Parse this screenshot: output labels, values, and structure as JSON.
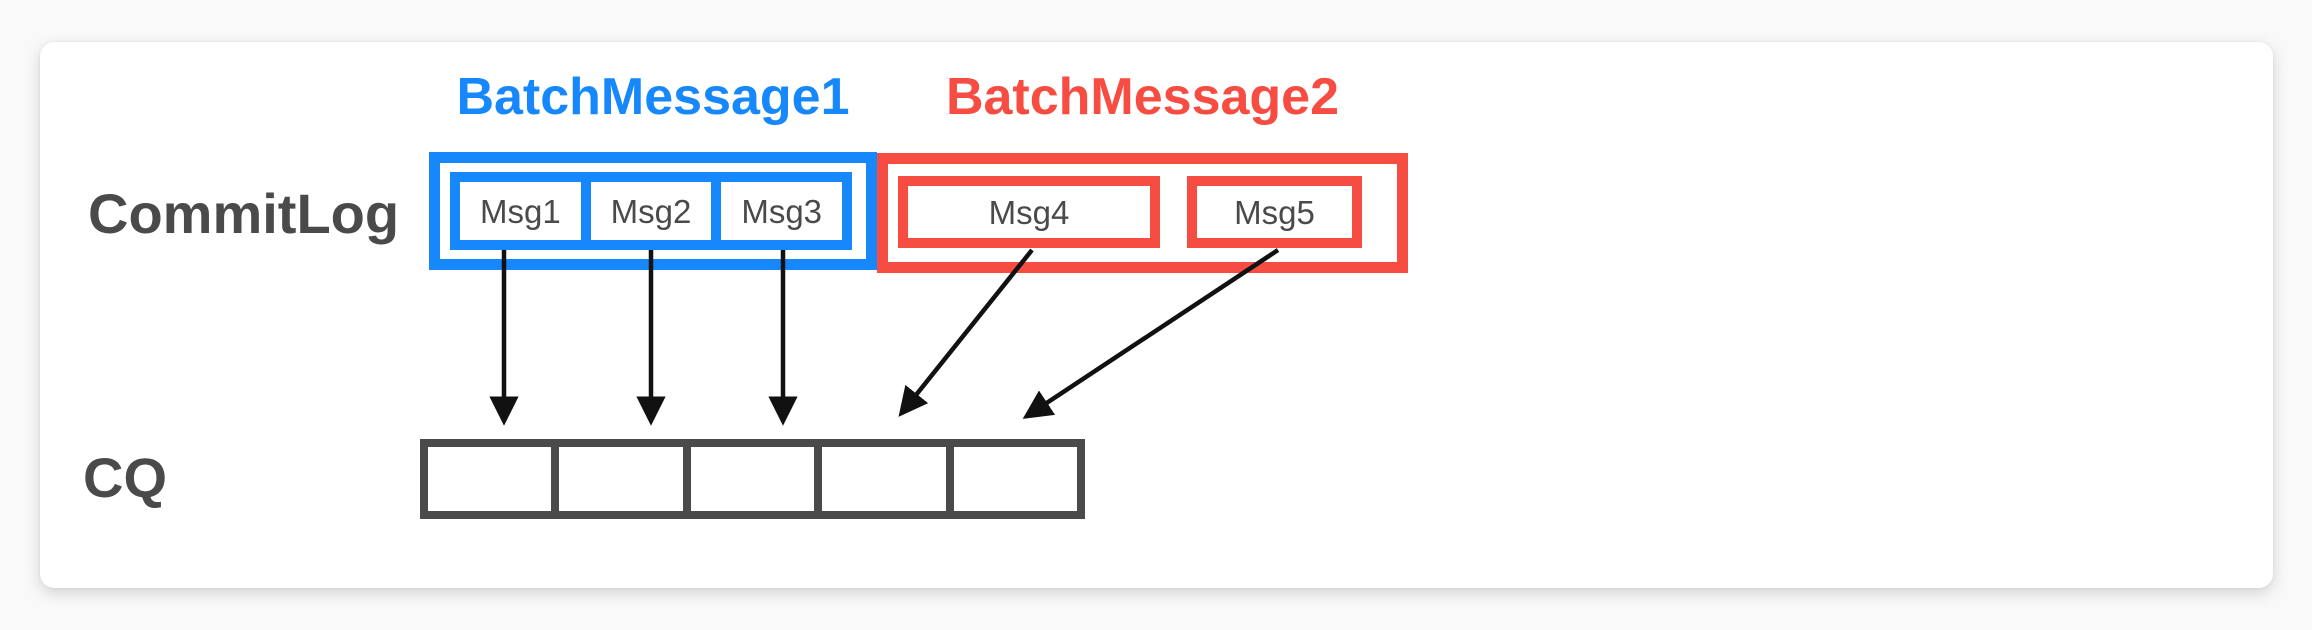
{
  "diagram": {
    "commit_log": {
      "label": "CommitLog",
      "batches": [
        {
          "name": "BatchMessage1",
          "color": "#1788fb",
          "messages": [
            "Msg1",
            "Msg2",
            "Msg3"
          ]
        },
        {
          "name": "BatchMessage2",
          "color": "#f74c41",
          "messages": [
            "Msg4",
            "Msg5"
          ]
        }
      ]
    },
    "cq": {
      "label": "CQ",
      "cell_count": 5
    },
    "arrows": [
      {
        "from": "Msg1",
        "to": "cq-cell-1"
      },
      {
        "from": "Msg2",
        "to": "cq-cell-2"
      },
      {
        "from": "Msg3",
        "to": "cq-cell-3"
      },
      {
        "from": "Msg4",
        "to": "cq-cell-4"
      },
      {
        "from": "Msg5",
        "to": "cq-cell-5"
      }
    ],
    "colors": {
      "batch1_blue": "#1788fb",
      "batch2_red": "#f74c41",
      "box_gray": "#4a4a4a",
      "arrow_black": "#111111",
      "card_background": "#ffffff",
      "page_background": "#f9f9f9"
    }
  }
}
